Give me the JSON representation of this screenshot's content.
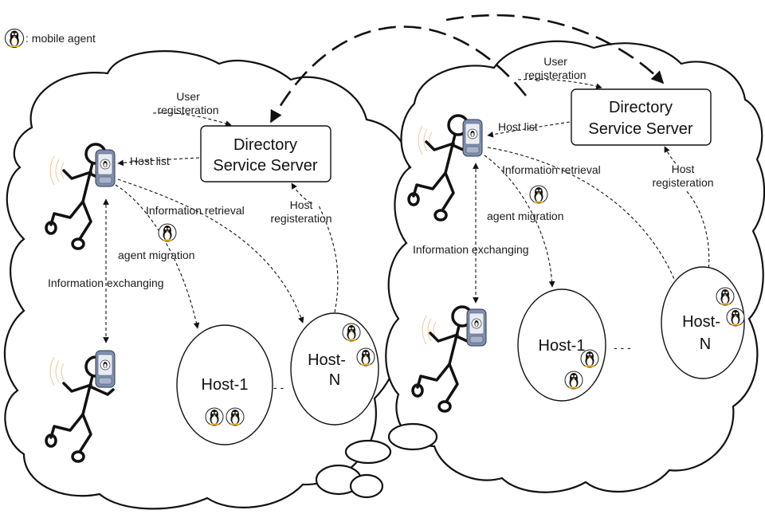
{
  "legend": {
    "text": ": mobile agent",
    "icon": "penguin-agent-icon"
  },
  "left_network": {
    "directory_server": {
      "line1": "Directory",
      "line2": "Service Server"
    },
    "labels": {
      "user_reg_1": "User",
      "user_reg_2": "registeration",
      "host_list": "Host list",
      "host_reg_1": "Host",
      "host_reg_2": "registeration",
      "info_retrieval": "Information retrieval",
      "agent_migration": "agent migration",
      "info_exchanging": "Information exchanging"
    },
    "host_1": {
      "label": "Host-1"
    },
    "host_n": {
      "label_a": "Host-",
      "label_b": "N"
    }
  },
  "right_network": {
    "directory_server": {
      "line1": "Directory",
      "line2": "Service Server"
    },
    "labels": {
      "user_reg_1": "User",
      "user_reg_2": "registeration",
      "host_list": "Host list",
      "host_reg_1": "Host",
      "host_reg_2": "registeration",
      "info_retrieval": "Information retrieval",
      "agent_migration": "agent migration",
      "info_exchanging": "Information exchanging"
    },
    "host_1": {
      "label": "Host-1"
    },
    "host_n": {
      "label_a": "Host-",
      "label_b": "N"
    }
  },
  "colors": {
    "phone": "#7d8fb3",
    "outline": "#111111",
    "radio_waves": "#f0c89a"
  }
}
